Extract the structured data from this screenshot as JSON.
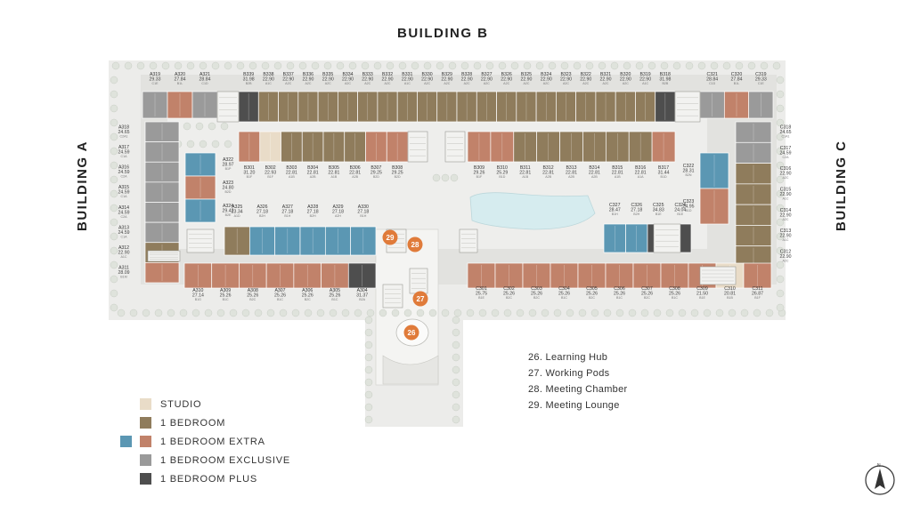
{
  "titles": {
    "building_b": "BUILDING B",
    "building_a": "BUILDING A",
    "building_c": "BUILDING C"
  },
  "colors": {
    "studio": "#e9dcc8",
    "one_bedroom": "#8f7c5c",
    "one_bedroom_extra_blue": "#5b97b3",
    "one_bedroom_extra": "#c1826a",
    "one_bedroom_exclusive": "#9a9a9a",
    "one_bedroom_plus": "#4e4e4e",
    "amenity_marker": "#e07b3a",
    "site": "#ececea",
    "corridor": "#f8f8f6"
  },
  "legend": [
    {
      "label": "STUDIO",
      "color": "#e9dcc8"
    },
    {
      "label": "1 BEDROOM",
      "color": "#8f7c5c"
    },
    {
      "label": "1 BEDROOM EXTRA",
      "color": "#5b97b3"
    },
    {
      "label": "1 BEDROOM EXCLUSIVE",
      "color": "#9a9a9a"
    },
    {
      "label": "1 BEDROOM PLUS",
      "color": "#4e4e4e"
    }
  ],
  "amenities": [
    {
      "num": "26",
      "label": "26. Learning Hub"
    },
    {
      "num": "27",
      "label": "27. Working Pods"
    },
    {
      "num": "28",
      "label": "28. Meeting Chamber"
    },
    {
      "num": "29",
      "label": "29. Meeting Lounge"
    }
  ],
  "units_b_top": [
    {
      "num": "B339",
      "area": "31.98",
      "type": "B2B",
      "c": "plus"
    },
    {
      "num": "B338",
      "area": "22.90",
      "type": "A1C",
      "c": "one"
    },
    {
      "num": "B337",
      "area": "22.90",
      "type": "A2C",
      "c": "one"
    },
    {
      "num": "B336",
      "area": "22.90",
      "type": "A2C",
      "c": "one"
    },
    {
      "num": "B335",
      "area": "22.90",
      "type": "A2C",
      "c": "one"
    },
    {
      "num": "B334",
      "area": "22.90",
      "type": "A2C",
      "c": "one"
    },
    {
      "num": "B333",
      "area": "22.90",
      "type": "A2C",
      "c": "one"
    },
    {
      "num": "B332",
      "area": "22.90",
      "type": "A2C",
      "c": "one"
    },
    {
      "num": "B331",
      "area": "22.90",
      "type": "A1C",
      "c": "one"
    },
    {
      "num": "B330",
      "area": "22.90",
      "type": "A2C",
      "c": "one"
    },
    {
      "num": "B329",
      "area": "22.90",
      "type": "A2C",
      "c": "one"
    },
    {
      "num": "B328",
      "area": "22.90",
      "type": "A2C",
      "c": "one"
    },
    {
      "num": "B327",
      "area": "22.90",
      "type": "A2C",
      "c": "one"
    },
    {
      "num": "B326",
      "area": "22.90",
      "type": "A2C",
      "c": "one"
    },
    {
      "num": "B325",
      "area": "22.90",
      "type": "A2C",
      "c": "one"
    },
    {
      "num": "B324",
      "area": "22.90",
      "type": "A2C",
      "c": "one"
    },
    {
      "num": "B323",
      "area": "22.90",
      "type": "A2C",
      "c": "one"
    },
    {
      "num": "B322",
      "area": "22.90",
      "type": "A2C",
      "c": "one"
    },
    {
      "num": "B321",
      "area": "22.90",
      "type": "A2C",
      "c": "one"
    },
    {
      "num": "B320",
      "area": "22.90",
      "type": "A2C",
      "c": "one"
    },
    {
      "num": "B319",
      "area": "22.90",
      "type": "A1C",
      "c": "one"
    },
    {
      "num": "B318",
      "area": "31.98",
      "type": "B2B",
      "c": "plus"
    }
  ],
  "units_b_bottom": [
    {
      "num": "B301",
      "area": "31.20",
      "type": "B1F",
      "c": "extra"
    },
    {
      "num": "B302",
      "area": "22.93",
      "type": "B1F",
      "c": "studio"
    },
    {
      "num": "B303",
      "area": "22.81",
      "type": "A1B",
      "c": "one"
    },
    {
      "num": "B304",
      "area": "22.81",
      "type": "A2B",
      "c": "one"
    },
    {
      "num": "B305",
      "area": "22.81",
      "type": "A1B",
      "c": "one"
    },
    {
      "num": "B306",
      "area": "22.81",
      "type": "A2B",
      "c": "one"
    },
    {
      "num": "B307",
      "area": "29.25",
      "type": "B2D",
      "c": "extra"
    },
    {
      "num": "B308",
      "area": "29.25",
      "type": "B2D",
      "c": "extra"
    },
    {
      "num": "B309",
      "area": "29.26",
      "type": "B1F",
      "c": "extra"
    },
    {
      "num": "B310",
      "area": "25.29",
      "type": "B1D",
      "c": "extra"
    },
    {
      "num": "B311",
      "area": "22.81",
      "type": "A1B",
      "c": "one"
    },
    {
      "num": "B312",
      "area": "22.81",
      "type": "A2B",
      "c": "one"
    },
    {
      "num": "B313",
      "area": "22.81",
      "type": "A2B",
      "c": "one"
    },
    {
      "num": "B314",
      "area": "22.81",
      "type": "A2B",
      "c": "one"
    },
    {
      "num": "B315",
      "area": "22.81",
      "type": "A1B",
      "c": "one"
    },
    {
      "num": "B316",
      "area": "22.81",
      "type": "A1A",
      "c": "one"
    },
    {
      "num": "B317",
      "area": "31.44",
      "type": "B1D",
      "c": "extra"
    }
  ],
  "units_a_top": [
    {
      "num": "A319",
      "area": "29.33",
      "type": "C1E",
      "c": "excl"
    },
    {
      "num": "A320",
      "area": "27.84",
      "type": "B1L",
      "c": "extra"
    },
    {
      "num": "A321",
      "area": "28.84",
      "type": "C1D",
      "c": "excl"
    }
  ],
  "units_a_left": [
    {
      "num": "A318",
      "area": "24.65",
      "type": "C2A1",
      "c": "excl"
    },
    {
      "num": "A317",
      "area": "24.59",
      "type": "C1A",
      "c": "excl"
    },
    {
      "num": "A316",
      "area": "24.59",
      "type": "C2A",
      "c": "excl"
    },
    {
      "num": "A315",
      "area": "24.59",
      "type": "C1A",
      "c": "excl"
    },
    {
      "num": "A314",
      "area": "24.59",
      "type": "C2A",
      "c": "excl"
    },
    {
      "num": "A313",
      "area": "24.59",
      "type": "C1A",
      "c": "excl"
    },
    {
      "num": "A312",
      "area": "22.90",
      "type": "A1C",
      "c": "one"
    },
    {
      "num": "A311",
      "area": "28.09",
      "type": "B1M",
      "c": "extra"
    }
  ],
  "units_a_right": [
    {
      "num": "A322",
      "area": "28.97",
      "type": "B1P",
      "c": "blue"
    },
    {
      "num": "A323",
      "area": "24.80",
      "type": "B2D",
      "c": "extra"
    },
    {
      "num": "A324",
      "area": "29.42",
      "type": "B2E",
      "c": "blue"
    }
  ],
  "units_a_mid": [
    {
      "num": "A325",
      "area": "23.34",
      "type": "A1D",
      "c": "one"
    },
    {
      "num": "A326",
      "area": "27.18",
      "type": "B2H",
      "c": "blue"
    },
    {
      "num": "A327",
      "area": "27.18",
      "type": "B1H",
      "c": "blue"
    },
    {
      "num": "A328",
      "area": "27.18",
      "type": "B2H",
      "c": "blue"
    },
    {
      "num": "A329",
      "area": "27.18",
      "type": "A2H",
      "c": "blue"
    },
    {
      "num": "A330",
      "area": "27.18",
      "type": "B1H",
      "c": "blue"
    }
  ],
  "units_a_bottom": [
    {
      "num": "A310",
      "area": "27.14",
      "type": "B1G",
      "c": "extra"
    },
    {
      "num": "A309",
      "area": "25.26",
      "type": "B1C",
      "c": "extra"
    },
    {
      "num": "A308",
      "area": "25.26",
      "type": "B2C",
      "c": "extra"
    },
    {
      "num": "A307",
      "area": "25.26",
      "type": "B1C",
      "c": "extra"
    },
    {
      "num": "A306",
      "area": "25.26",
      "type": "B2C",
      "c": "extra"
    },
    {
      "num": "A305",
      "area": "25.26",
      "type": "B1C",
      "c": "extra"
    },
    {
      "num": "A304",
      "area": "31.37",
      "type": "B2A",
      "c": "plus"
    }
  ],
  "units_c_top": [
    {
      "num": "C321",
      "area": "28.84",
      "type": "C1D",
      "c": "excl"
    },
    {
      "num": "C320",
      "area": "27.84",
      "type": "B1L",
      "c": "extra"
    },
    {
      "num": "C319",
      "area": "29.33",
      "type": "C1E",
      "c": "excl"
    }
  ],
  "units_c_left": [
    {
      "num": "C322",
      "area": "28.31",
      "type": "B2N",
      "c": "blue"
    },
    {
      "num": "C323",
      "area": "24.95",
      "type": "B1D",
      "c": "extra"
    }
  ],
  "units_c_right": [
    {
      "num": "C318",
      "area": "24.65",
      "type": "C1A1",
      "c": "excl"
    },
    {
      "num": "C317",
      "area": "24.59",
      "type": "C2A",
      "c": "excl"
    },
    {
      "num": "C316",
      "area": "22.90",
      "type": "A2C",
      "c": "one"
    },
    {
      "num": "C315",
      "area": "22.90",
      "type": "A1C",
      "c": "one"
    },
    {
      "num": "C314",
      "area": "22.90",
      "type": "A2C",
      "c": "one"
    },
    {
      "num": "C313",
      "area": "22.90",
      "type": "A1C",
      "c": "one"
    },
    {
      "num": "C312",
      "area": "22.90",
      "type": "A2C",
      "c": "one"
    }
  ],
  "units_c_mid": [
    {
      "num": "C327",
      "area": "28.47",
      "type": "B1H",
      "c": "blue"
    },
    {
      "num": "C326",
      "area": "27.18",
      "type": "B2H",
      "c": "blue"
    },
    {
      "num": "C325",
      "area": "34.83",
      "type": "B1E",
      "c": "plus"
    },
    {
      "num": "C324",
      "area": "24.04",
      "type": "B1E",
      "c": "plus"
    }
  ],
  "units_c_bottom": [
    {
      "num": "C301",
      "area": "25.75",
      "type": "B1E",
      "c": "extra"
    },
    {
      "num": "C302",
      "area": "25.26",
      "type": "B2C",
      "c": "extra"
    },
    {
      "num": "C303",
      "area": "25.26",
      "type": "B2C",
      "c": "extra"
    },
    {
      "num": "C304",
      "area": "25.26",
      "type": "B1C",
      "c": "extra"
    },
    {
      "num": "C305",
      "area": "25.26",
      "type": "B2C",
      "c": "extra"
    },
    {
      "num": "C306",
      "area": "25.26",
      "type": "B1C",
      "c": "extra"
    },
    {
      "num": "C307",
      "area": "25.26",
      "type": "B2C",
      "c": "extra"
    },
    {
      "num": "C308",
      "area": "25.26",
      "type": "B1C",
      "c": "extra"
    },
    {
      "num": "C309",
      "area": "21.50",
      "type": "B1E",
      "c": "extra"
    },
    {
      "num": "C310",
      "area": "20.81",
      "type": "B1B",
      "c": "studio"
    },
    {
      "num": "C311",
      "area": "26.87",
      "type": "B1F",
      "c": "extra"
    }
  ],
  "compass": {
    "label": "N",
    "icon": "compass-icon"
  }
}
